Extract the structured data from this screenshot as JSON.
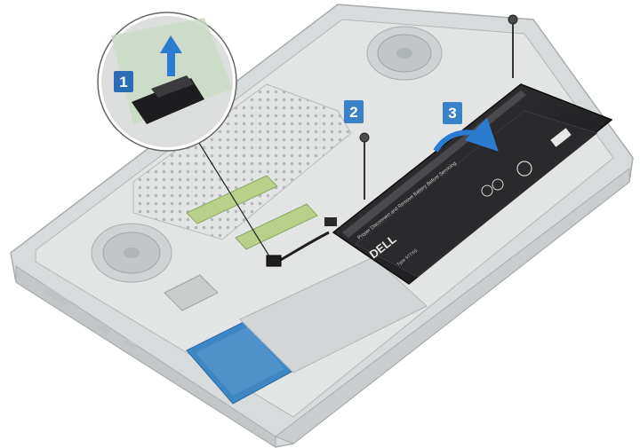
{
  "callouts": [
    {
      "number": "1",
      "color": "#2b6cb5"
    },
    {
      "number": "2",
      "color": "#3a82c8"
    },
    {
      "number": "3",
      "color": "#3a82c8"
    }
  ],
  "battery": {
    "brand": "DELL",
    "color": "#1c1c1e",
    "warning_text": "Proper Disconnect and Remove Battery Before Servicing",
    "type_label": "Type 97TXG"
  },
  "colors": {
    "chassis": "#d9dcdc",
    "chassis_edge": "#a9aeb0",
    "arrow": "#2b7bd1",
    "ram": "#b8d08a",
    "ssd": "#3d87c4"
  },
  "icons": [
    "screw-icon",
    "fan-icon",
    "recycle-icon",
    "ce-mark-icon"
  ]
}
